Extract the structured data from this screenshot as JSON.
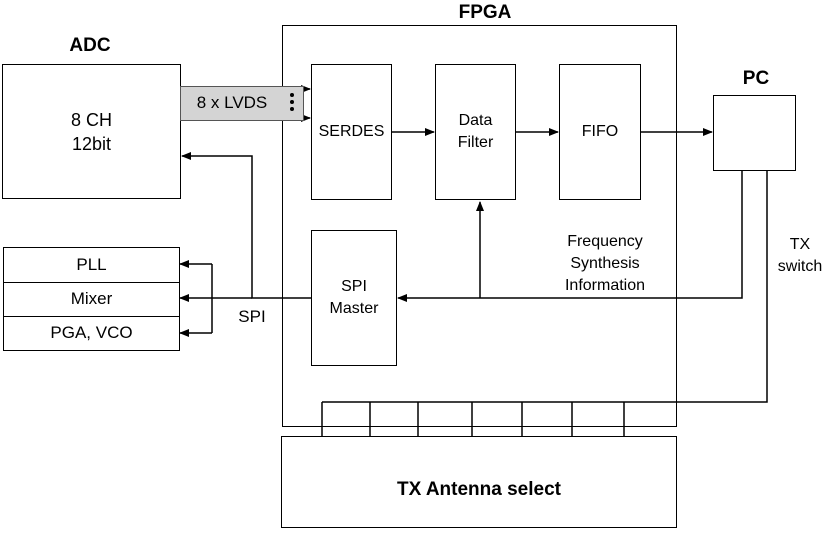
{
  "labels": {
    "fpga": "FPGA",
    "adc": "ADC",
    "pc": "PC",
    "adc_box": "8 CH\n12bit",
    "lvds": "8 x  LVDS",
    "serdes": "SERDES",
    "data_filter": "Data\nFilter",
    "fifo": "FIFO",
    "spi_master": "SPI\nMaster",
    "pll": "PLL",
    "mixer": "Mixer",
    "pga_vco": "PGA, VCO",
    "spi": "SPI",
    "freq_info": "Frequency\nSynthesis\nInformation",
    "tx_switch": "TX\nswitch",
    "tx_antenna": "TX Antenna select"
  }
}
